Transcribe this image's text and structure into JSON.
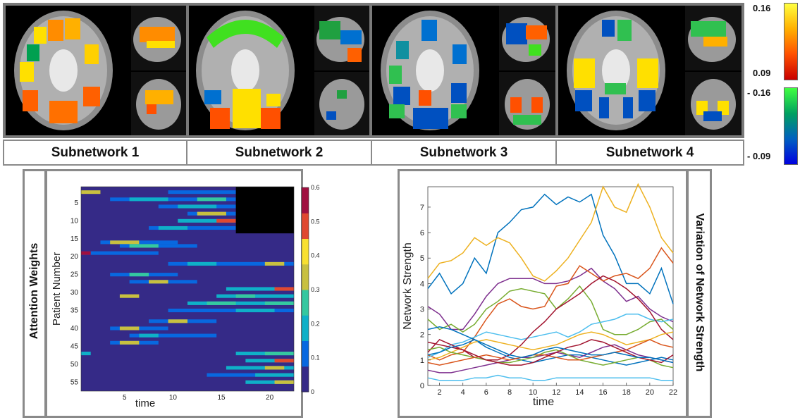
{
  "subnetworks": {
    "labels": [
      "Subnetwork 1",
      "Subnetwork 2",
      "Subnetwork 3",
      "Subnetwork 4"
    ]
  },
  "colorbars": {
    "positive": {
      "max_label": "0.16",
      "min_label": "0.09",
      "colors": [
        "#ffff40",
        "#ffb000",
        "#ff5000",
        "#c80000"
      ]
    },
    "negative": {
      "max_label": "- 0.16",
      "min_label": "- 0.09",
      "colors": [
        "#40ff40",
        "#00a060",
        "#0060c0",
        "#0000e0"
      ]
    }
  },
  "left_panel": {
    "side_label": "Attention Weights"
  },
  "right_panel": {
    "side_label": "Variation of Network Strength"
  },
  "chart_data": [
    {
      "type": "heatmap",
      "xlabel": "time",
      "ylabel": "Patient Number",
      "x_ticks": [
        5,
        10,
        15,
        20
      ],
      "y_ticks": [
        5,
        10,
        15,
        20,
        25,
        30,
        35,
        40,
        45,
        50,
        55
      ],
      "x_range": [
        1,
        22
      ],
      "y_range": [
        1,
        57
      ],
      "colorbar": {
        "min": 0,
        "max": 0.6,
        "ticks": [
          "0",
          "0.1",
          "0.2",
          "0.3",
          "0.4",
          "0.5",
          "0.6"
        ],
        "colors": [
          "#352a87",
          "#0868e0",
          "#0fb0c8",
          "#35c8a0",
          "#c8c040",
          "#f8e030",
          "#e04830",
          "#a01040"
        ]
      },
      "missing_block": {
        "rows": [
          1,
          13
        ],
        "cols": [
          17,
          22
        ]
      },
      "rows": [
        {
          "patient": 2,
          "hot": [
            [
              1,
              2,
              0.3
            ]
          ],
          "warm": [
            [
              10,
              16,
              0.1
            ]
          ]
        },
        {
          "patient": 4,
          "hot": [
            [
              6,
              9,
              0.15
            ],
            [
              13,
              15,
              0.28
            ]
          ],
          "warm": [
            [
              4,
              16,
              0.09
            ]
          ]
        },
        {
          "patient": 6,
          "hot": [
            [
              11,
              14,
              0.2
            ]
          ],
          "warm": [
            [
              9,
              16,
              0.1
            ]
          ]
        },
        {
          "patient": 8,
          "hot": [
            [
              13,
              15,
              0.3
            ]
          ],
          "warm": [
            [
              12,
              16,
              0.12
            ]
          ]
        },
        {
          "patient": 10,
          "hot": [
            [
              15,
              16,
              0.5
            ]
          ],
          "warm": [
            [
              11,
              16,
              0.15
            ]
          ]
        },
        {
          "patient": 12,
          "hot": [
            [
              9,
              11,
              0.2
            ]
          ],
          "warm": [
            [
              8,
              16,
              0.1
            ]
          ]
        },
        {
          "patient": 16,
          "hot": [
            [
              4,
              6,
              0.3
            ]
          ],
          "warm": [
            [
              3,
              10,
              0.12
            ]
          ]
        },
        {
          "patient": 17,
          "hot": [
            [
              6,
              8,
              0.25
            ]
          ],
          "warm": [
            [
              5,
              12,
              0.1
            ]
          ]
        },
        {
          "patient": 19,
          "hot": [
            [
              1,
              1,
              0.6
            ]
          ],
          "warm": [
            [
              1,
              8,
              0.1
            ]
          ]
        },
        {
          "patient": 22,
          "hot": [
            [
              12,
              14,
              0.15
            ],
            [
              20,
              21,
              0.3
            ]
          ],
          "warm": [
            [
              10,
              22,
              0.08
            ]
          ]
        },
        {
          "patient": 25,
          "hot": [
            [
              6,
              7,
              0.22
            ]
          ],
          "warm": [
            [
              4,
              10,
              0.1
            ]
          ]
        },
        {
          "patient": 27,
          "hot": [
            [
              8,
              9,
              0.3
            ]
          ],
          "warm": [
            [
              6,
              12,
              0.12
            ]
          ]
        },
        {
          "patient": 29,
          "hot": [
            [
              21,
              22,
              0.55
            ]
          ],
          "warm": [
            [
              16,
              22,
              0.15
            ]
          ]
        },
        {
          "patient": 31,
          "hot": [
            [
              5,
              6,
              0.3
            ],
            [
              17,
              18,
              0.25
            ]
          ],
          "warm": [
            [
              15,
              22,
              0.15
            ]
          ]
        },
        {
          "patient": 33,
          "hot": [
            [
              14,
              16,
              0.22
            ],
            [
              20,
              22,
              0.25
            ]
          ],
          "warm": [
            [
              12,
              22,
              0.15
            ]
          ]
        },
        {
          "patient": 35,
          "hot": [
            [
              17,
              20,
              0.18
            ]
          ],
          "warm": [
            [
              10,
              22,
              0.12
            ]
          ]
        },
        {
          "patient": 38,
          "hot": [
            [
              10,
              11,
              0.3
            ]
          ],
          "warm": [
            [
              8,
              14,
              0.1
            ]
          ]
        },
        {
          "patient": 40,
          "hot": [
            [
              5,
              6,
              0.3
            ]
          ],
          "warm": [
            [
              4,
              9,
              0.12
            ]
          ]
        },
        {
          "patient": 42,
          "hot": [
            [
              7,
              8,
              0.2
            ]
          ],
          "warm": [
            [
              6,
              14,
              0.1
            ]
          ]
        },
        {
          "patient": 44,
          "hot": [
            [
              5,
              6,
              0.3
            ]
          ],
          "warm": [
            [
              4,
              8,
              0.12
            ]
          ]
        },
        {
          "patient": 47,
          "hot": [
            [
              1,
              1,
              0.2
            ],
            [
              20,
              22,
              0.22
            ]
          ],
          "warm": [
            [
              17,
              22,
              0.14
            ]
          ]
        },
        {
          "patient": 49,
          "hot": [
            [
              21,
              22,
              0.55
            ]
          ],
          "warm": [
            [
              18,
              22,
              0.18
            ]
          ]
        },
        {
          "patient": 51,
          "hot": [
            [
              20,
              21,
              0.3
            ]
          ],
          "warm": [
            [
              16,
              22,
              0.16
            ]
          ]
        },
        {
          "patient": 53,
          "hot": [
            [
              19,
              22,
              0.2
            ]
          ],
          "warm": [
            [
              14,
              22,
              0.12
            ]
          ]
        },
        {
          "patient": 55,
          "hot": [
            [
              21,
              22,
              0.3
            ]
          ],
          "warm": [
            [
              18,
              22,
              0.15
            ]
          ]
        }
      ]
    },
    {
      "type": "line",
      "xlabel": "time",
      "ylabel": "Network Strength",
      "x_ticks": [
        2,
        4,
        6,
        8,
        10,
        12,
        14,
        16,
        18,
        20,
        22
      ],
      "y_ticks": [
        0,
        1,
        2,
        3,
        4,
        5,
        6,
        7
      ],
      "xlim": [
        1,
        22
      ],
      "ylim": [
        0,
        7.8
      ],
      "x": [
        1,
        2,
        3,
        4,
        5,
        6,
        7,
        8,
        9,
        10,
        11,
        12,
        13,
        14,
        15,
        16,
        17,
        18,
        19,
        20,
        21,
        22
      ],
      "series": [
        {
          "color": "#0072bd",
          "values": [
            3.8,
            4.4,
            3.6,
            4.0,
            5.0,
            4.4,
            6.0,
            6.4,
            6.9,
            7.0,
            7.5,
            7.1,
            7.4,
            7.2,
            7.5,
            5.9,
            5.1,
            4.0,
            4.0,
            3.6,
            4.6,
            3.2
          ]
        },
        {
          "color": "#edb120",
          "values": [
            4.2,
            4.8,
            4.9,
            5.2,
            5.8,
            5.5,
            5.8,
            5.6,
            5.0,
            4.3,
            4.1,
            4.5,
            5.0,
            5.7,
            6.4,
            7.8,
            7.0,
            6.8,
            7.9,
            7.0,
            5.8,
            5.2
          ]
        },
        {
          "color": "#7e2f8e",
          "values": [
            3.1,
            2.8,
            2.2,
            2.2,
            2.8,
            3.5,
            4.0,
            4.2,
            4.2,
            4.2,
            4.0,
            4.0,
            4.1,
            4.3,
            4.6,
            4.1,
            3.8,
            3.3,
            3.5,
            3.0,
            2.7,
            2.5
          ]
        },
        {
          "color": "#77ac30",
          "values": [
            2.6,
            2.2,
            2.4,
            2.1,
            2.4,
            3.0,
            3.3,
            3.7,
            3.8,
            3.7,
            3.6,
            3.0,
            3.4,
            3.9,
            3.3,
            2.2,
            2.0,
            2.0,
            2.2,
            2.5,
            2.6,
            2.2
          ]
        },
        {
          "color": "#d95319",
          "values": [
            1.2,
            1.0,
            1.2,
            1.3,
            1.9,
            2.6,
            3.2,
            3.4,
            3.1,
            3.0,
            3.1,
            3.9,
            4.0,
            4.7,
            4.4,
            4.1,
            4.3,
            4.4,
            4.2,
            4.6,
            5.4,
            4.8
          ]
        },
        {
          "color": "#4dbeee",
          "values": [
            1.1,
            1.3,
            1.6,
            1.7,
            1.9,
            2.1,
            2.0,
            1.9,
            1.8,
            1.9,
            2.0,
            2.1,
            1.9,
            2.1,
            2.4,
            2.5,
            2.6,
            2.8,
            2.8,
            2.6,
            2.5,
            2.6
          ]
        },
        {
          "color": "#a2142f",
          "values": [
            1.3,
            1.8,
            1.6,
            1.4,
            1.1,
            1.0,
            1.0,
            1.2,
            1.6,
            2.1,
            2.5,
            3.0,
            3.3,
            3.6,
            4.0,
            4.3,
            4.1,
            3.8,
            3.4,
            2.9,
            2.2,
            1.8
          ]
        },
        {
          "color": "#0072bd",
          "values": [
            2.2,
            2.3,
            2.2,
            2.0,
            1.8,
            1.5,
            1.3,
            1.1,
            1.0,
            0.9,
            1.0,
            1.1,
            1.2,
            1.2,
            1.1,
            1.0,
            0.9,
            0.8,
            0.9,
            1.0,
            1.1,
            1.0
          ]
        },
        {
          "color": "#edb120",
          "values": [
            1.0,
            1.1,
            1.3,
            1.5,
            1.7,
            1.8,
            1.7,
            1.6,
            1.5,
            1.4,
            1.5,
            1.6,
            1.8,
            2.0,
            2.1,
            2.0,
            1.8,
            1.6,
            1.7,
            1.8,
            2.0,
            2.1
          ]
        },
        {
          "color": "#7e2f8e",
          "values": [
            0.6,
            0.5,
            0.5,
            0.6,
            0.7,
            0.8,
            0.9,
            1.0,
            1.1,
            1.1,
            1.2,
            1.3,
            1.2,
            1.1,
            1.3,
            1.5,
            1.6,
            1.4,
            1.2,
            1.1,
            1.0,
            0.9
          ]
        },
        {
          "color": "#77ac30",
          "values": [
            1.4,
            1.5,
            1.3,
            1.2,
            1.1,
            1.0,
            0.9,
            0.9,
            1.0,
            1.1,
            1.3,
            1.4,
            1.2,
            1.0,
            0.9,
            0.8,
            0.9,
            1.0,
            1.1,
            1.0,
            0.8,
            0.7
          ]
        },
        {
          "color": "#d95319",
          "values": [
            0.9,
            0.8,
            0.9,
            1.0,
            1.1,
            1.2,
            1.1,
            1.0,
            1.1,
            1.2,
            1.2,
            1.1,
            1.0,
            1.0,
            1.1,
            1.2,
            1.3,
            1.4,
            1.6,
            1.8,
            1.6,
            1.5
          ]
        },
        {
          "color": "#4dbeee",
          "values": [
            0.3,
            0.2,
            0.2,
            0.2,
            0.3,
            0.3,
            0.4,
            0.3,
            0.3,
            0.2,
            0.2,
            0.3,
            0.3,
            0.3,
            0.3,
            0.3,
            0.3,
            0.3,
            0.3,
            0.3,
            0.2,
            0.2
          ]
        },
        {
          "color": "#a2142f",
          "values": [
            1.7,
            1.6,
            1.5,
            1.4,
            1.2,
            1.0,
            0.9,
            0.8,
            0.8,
            0.9,
            1.1,
            1.3,
            1.5,
            1.6,
            1.8,
            1.7,
            1.5,
            1.3,
            1.1,
            1.0,
            0.9,
            1.2
          ]
        },
        {
          "color": "#0072bd",
          "values": [
            1.2,
            1.3,
            1.5,
            1.6,
            1.8,
            1.6,
            1.4,
            1.2,
            1.1,
            1.2,
            1.4,
            1.5,
            1.4,
            1.3,
            1.2,
            1.2,
            1.3,
            1.2,
            1.1,
            1.1,
            1.0,
            0.9
          ]
        }
      ]
    }
  ]
}
